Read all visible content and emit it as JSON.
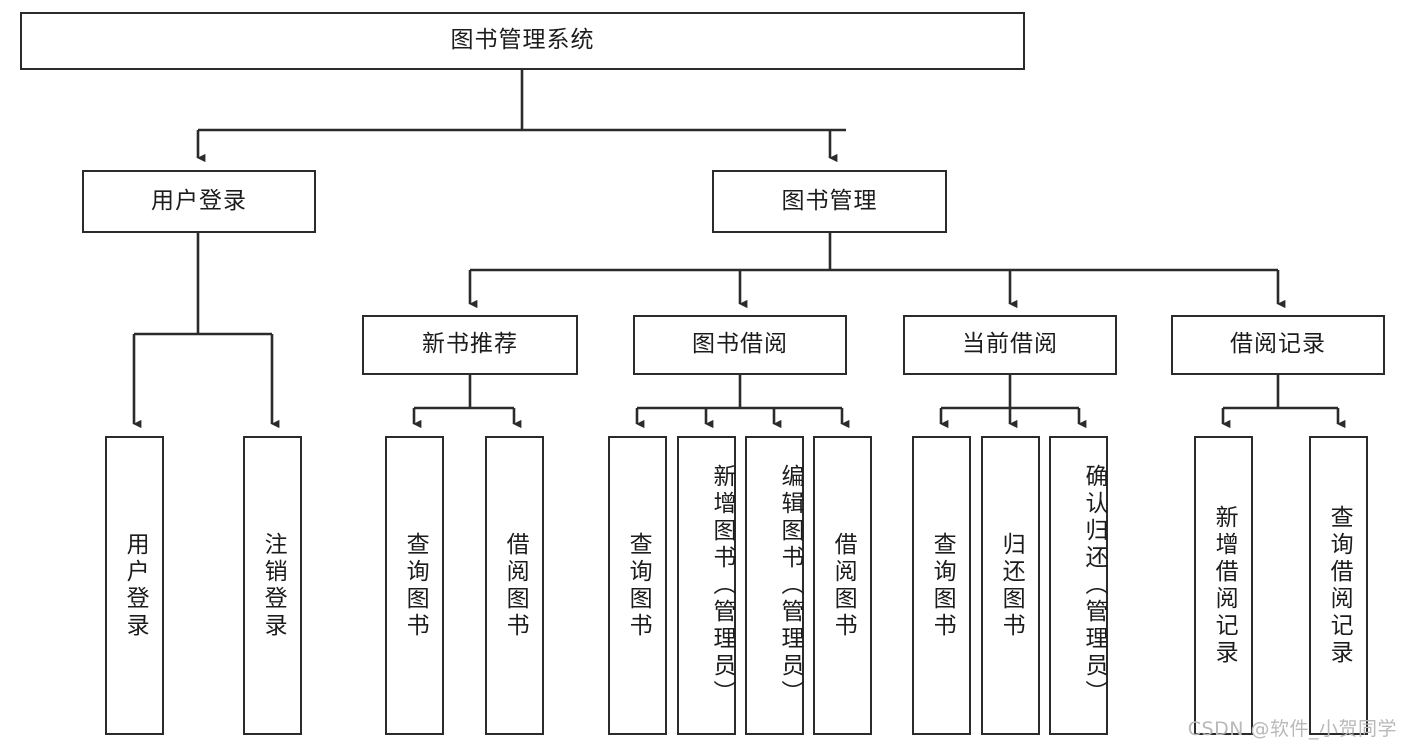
{
  "diagram": {
    "type": "tree-hierarchy",
    "title": "图书管理系统",
    "watermark": "CSDN @软件_小贺同学",
    "colors": {
      "box_border": "#2b2b2b",
      "box_fill": "#ffffff",
      "edge": "#2b2b2b",
      "text": "#1c1c1c",
      "watermark": "#b9b9b9",
      "background": "#ffffff"
    },
    "root": {
      "label": "图书管理系统"
    },
    "level1": [
      {
        "label": "用户登录"
      },
      {
        "label": "图书管理"
      }
    ],
    "level2": [
      {
        "label": "新书推荐"
      },
      {
        "label": "图书借阅"
      },
      {
        "label": "当前借阅"
      },
      {
        "label": "借阅记录"
      }
    ],
    "leaves": [
      {
        "label": "用户登录",
        "parent": "用户登录"
      },
      {
        "label": "注销登录",
        "parent": "用户登录"
      },
      {
        "label": "查询图书",
        "parent": "新书推荐"
      },
      {
        "label": "借阅图书",
        "parent": "新书推荐"
      },
      {
        "label": "查询图书",
        "parent": "图书借阅"
      },
      {
        "label": "新增图书（管理员）",
        "parent": "图书借阅"
      },
      {
        "label": "编辑图书（管理员）",
        "parent": "图书借阅"
      },
      {
        "label": "借阅图书",
        "parent": "图书借阅"
      },
      {
        "label": "查询图书",
        "parent": "当前借阅"
      },
      {
        "label": "归还图书",
        "parent": "当前借阅"
      },
      {
        "label": "确认归还（管理员）",
        "parent": "当前借阅"
      },
      {
        "label": "新增借阅记录",
        "parent": "借阅记录"
      },
      {
        "label": "查询借阅记录",
        "parent": "借阅记录"
      }
    ]
  }
}
